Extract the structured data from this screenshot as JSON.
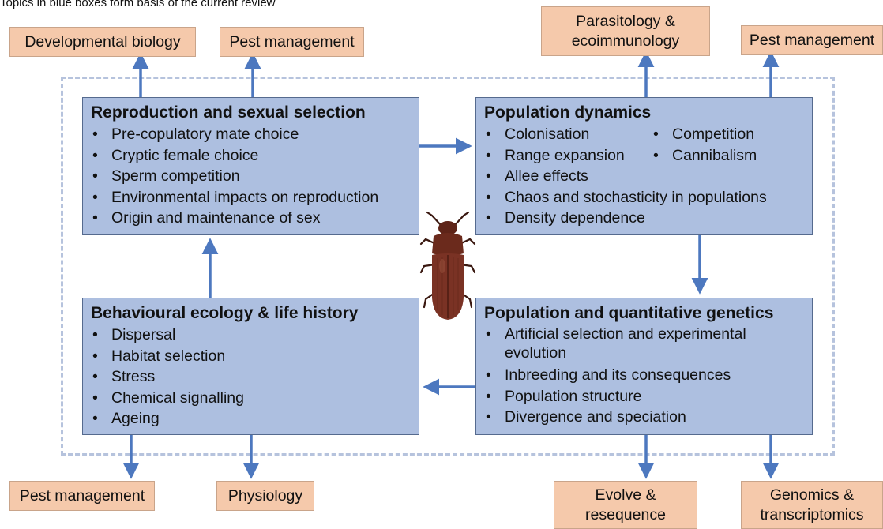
{
  "caption": "Topics in blue boxes form basis of the current review",
  "boxes": {
    "reproduction": {
      "title": "Reproduction and sexual selection",
      "items": [
        "Pre-copulatory mate choice",
        "Cryptic female choice",
        "Sperm competition",
        "Environmental impacts on reproduction",
        "Origin and maintenance of sex"
      ]
    },
    "population_dynamics": {
      "title": "Population dynamics",
      "col1": [
        "Colonisation",
        "Range expansion"
      ],
      "col2": [
        "Competition",
        "Cannibalism"
      ],
      "items": [
        "Allee effects",
        "Chaos and stochasticity in populations",
        "Density dependence"
      ]
    },
    "behavioural": {
      "title": "Behavioural ecology & life history",
      "items": [
        "Dispersal",
        "Habitat selection",
        "Stress",
        "Chemical signalling",
        "Ageing"
      ]
    },
    "genetics": {
      "title": "Population and quantitative genetics",
      "items": [
        "Artificial selection and experimental evolution",
        "Inbreeding and its consequences",
        "Population structure",
        "Divergence and speciation"
      ]
    }
  },
  "outputs": {
    "developmental_biology": "Developmental biology",
    "pest_management_top_left": "Pest management",
    "parasitology": "Parasitology & ecoimmunology",
    "pest_management_top_right": "Pest management",
    "pest_management_bottom": "Pest management",
    "physiology": "Physiology",
    "evolve_resequence": "Evolve & resequence",
    "genomics": "Genomics & transcriptomics"
  },
  "colors": {
    "topic_box_fill": "#adbfe0",
    "topic_box_border": "#556a8e",
    "application_box_fill": "#f5c9ab",
    "arrow": "#4d78bf",
    "dashed_border": "#b6c3dd"
  },
  "icons": [
    "beetle-illustration"
  ]
}
